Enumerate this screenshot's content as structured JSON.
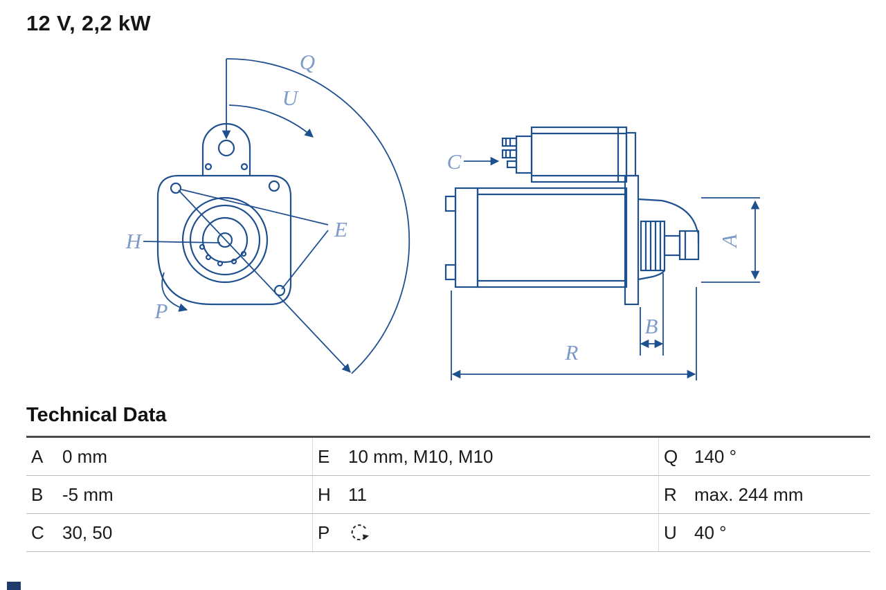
{
  "title": "12 V, 2,2 kW",
  "diagram": {
    "line_color": "#1e4f8f",
    "label_color": "#7d9ac9",
    "labels": {
      "Q": "Q",
      "U": "U",
      "E": "E",
      "H": "H",
      "P": "P",
      "C": "C",
      "A": "A",
      "B": "B",
      "R": "R"
    }
  },
  "table": {
    "heading": "Technical Data",
    "rows": [
      {
        "c1": {
          "key": "A",
          "value": "0 mm"
        },
        "c2": {
          "key": "E",
          "value": "10 mm, M10, M10"
        },
        "c3": {
          "key": "Q",
          "value": "140 °"
        }
      },
      {
        "c1": {
          "key": "B",
          "value": "-5 mm"
        },
        "c2": {
          "key": "H",
          "value": "11"
        },
        "c3": {
          "key": "R",
          "value": "max. 244 mm"
        }
      },
      {
        "c1": {
          "key": "C",
          "value": "30, 50"
        },
        "c2": {
          "key": "P",
          "value": "",
          "icon": "rotation-direction"
        },
        "c3": {
          "key": "U",
          "value": "40 °"
        }
      }
    ]
  },
  "footer": {
    "logo_fragment_color": "#1f3b6d"
  }
}
